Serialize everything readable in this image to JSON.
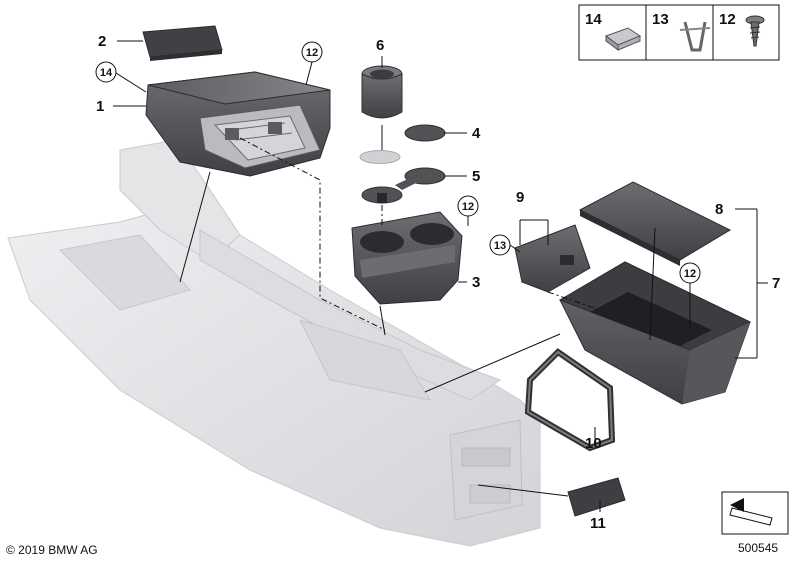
{
  "parts_legend": {
    "items": [
      {
        "number": "14",
        "icon": "clip-nut-icon"
      },
      {
        "number": "13",
        "icon": "spring-clip-icon"
      },
      {
        "number": "12",
        "icon": "screw-icon"
      }
    ]
  },
  "callouts": {
    "p1": "1",
    "p2": "2",
    "p3": "3",
    "p4": "4",
    "p5": "5",
    "p6": "6",
    "p7": "7",
    "p8": "8",
    "p9": "9",
    "p10": "10",
    "p11": "11"
  },
  "circled_refs": {
    "r14_module": "14",
    "r12_module": "12",
    "r12_cupholder": "12",
    "r13_bracket": "13",
    "r12_tray": "12"
  },
  "footer": {
    "copyright": "© 2019 BMW AG",
    "diagram_number": "500545"
  },
  "colors": {
    "line": "#111111",
    "part_dark": "#4a4c50",
    "part_mid": "#77797d",
    "console_light": "#e3e4e6"
  }
}
